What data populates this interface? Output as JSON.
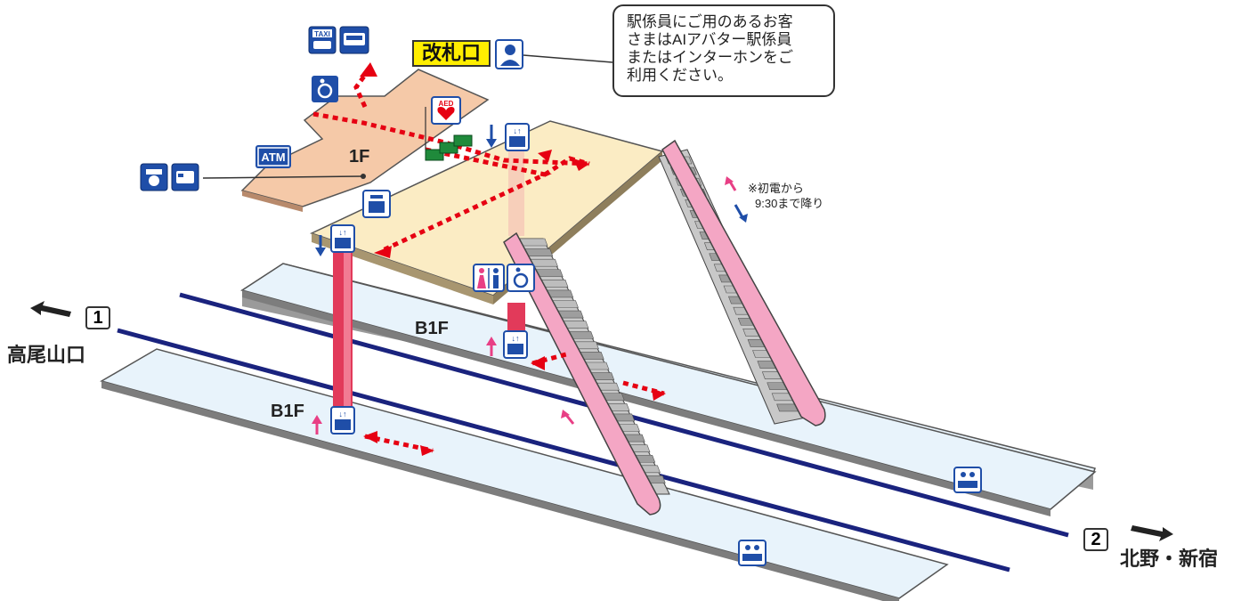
{
  "callout": {
    "lines": [
      "駅係員にご用のあるお客",
      "さまはAIアバター駅係員",
      "またはインターホンをご",
      "利用ください。"
    ]
  },
  "gate_label": "改札口",
  "floors": {
    "ground": "1F",
    "platform_back": "B1F",
    "platform_front": "B1F"
  },
  "directions": {
    "left": {
      "number": "1",
      "destination": "高尾山口"
    },
    "right": {
      "number": "2",
      "destination": "北野・新宿"
    }
  },
  "escalator_note": [
    "※初電から",
    "9:30まで降り"
  ],
  "icons": {
    "taxi": "TAXI",
    "atm": "ATM",
    "aed": "AED"
  },
  "colors": {
    "concourse": "#fbecc4",
    "ground_floor": "#f5c9a8",
    "platform": "#e8f3fb",
    "track": "#1a237e",
    "elevator": "#e23a5a",
    "route": "#e60012",
    "icon_blue": "#1f4ea8",
    "highlight": "#ffee00"
  }
}
